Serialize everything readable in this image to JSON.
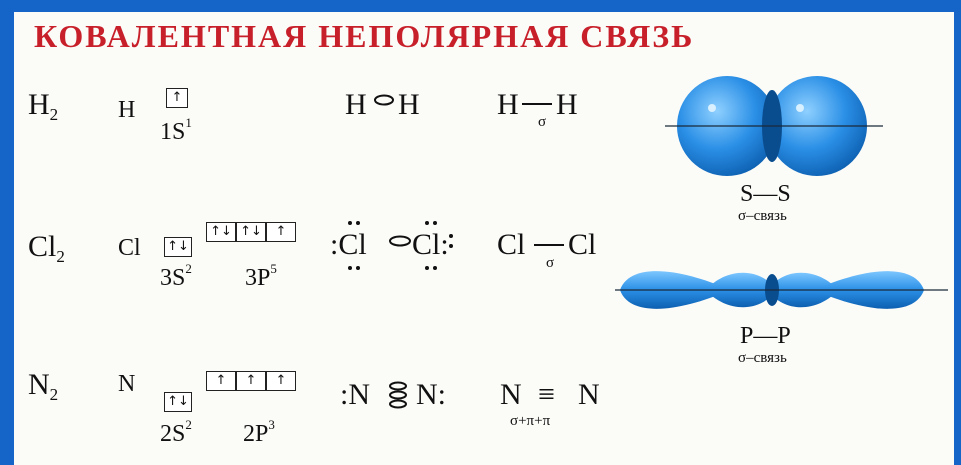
{
  "title": "КОВАЛЕНТНАЯ НЕПОЛЯРНАЯ СВЯЗЬ",
  "rows": {
    "h2": {
      "molecule": "H",
      "molecule_sub": "2",
      "atom": "H",
      "orbital": "1S",
      "orbital_sup": "1",
      "cell": "↑",
      "formula_left": "H",
      "formula_right": "H",
      "bond_left": "H",
      "bond_right": "H",
      "bond_type": "σ"
    },
    "cl2": {
      "molecule": "Cl",
      "molecule_sub": "2",
      "atom": "Cl",
      "s_orbital": "3S",
      "s_sup": "2",
      "p_orbital": "3P",
      "p_sup": "5",
      "s_cell": "↑↓",
      "p_cells": [
        "↑↓",
        "↑↓",
        "↑"
      ],
      "formula_left": ":Cl",
      "formula_right": "Cl:",
      "bond_left": "Cl",
      "bond_right": "Cl",
      "bond_type": "σ"
    },
    "n2": {
      "molecule": "N",
      "molecule_sub": "2",
      "atom": "N",
      "s_orbital": "2S",
      "s_sup": "2",
      "p_orbital": "2P",
      "p_sup": "3",
      "s_cell": "↑↓",
      "p_cells": [
        "↑",
        "↑",
        "↑"
      ],
      "formula_left": ":N",
      "formula_right": "N:",
      "bond_left": "N",
      "bond_right": "N",
      "bond_symbol": "≡",
      "bond_type": "σ+π+π"
    }
  },
  "overlaps": {
    "ss": {
      "label": "S—S",
      "caption": "σ–связь"
    },
    "pp": {
      "label": "P—P",
      "caption": "σ–связь"
    }
  },
  "colors": {
    "background": "#1565c8",
    "title": "#c8202a",
    "orbital": "#2a8fe6"
  }
}
